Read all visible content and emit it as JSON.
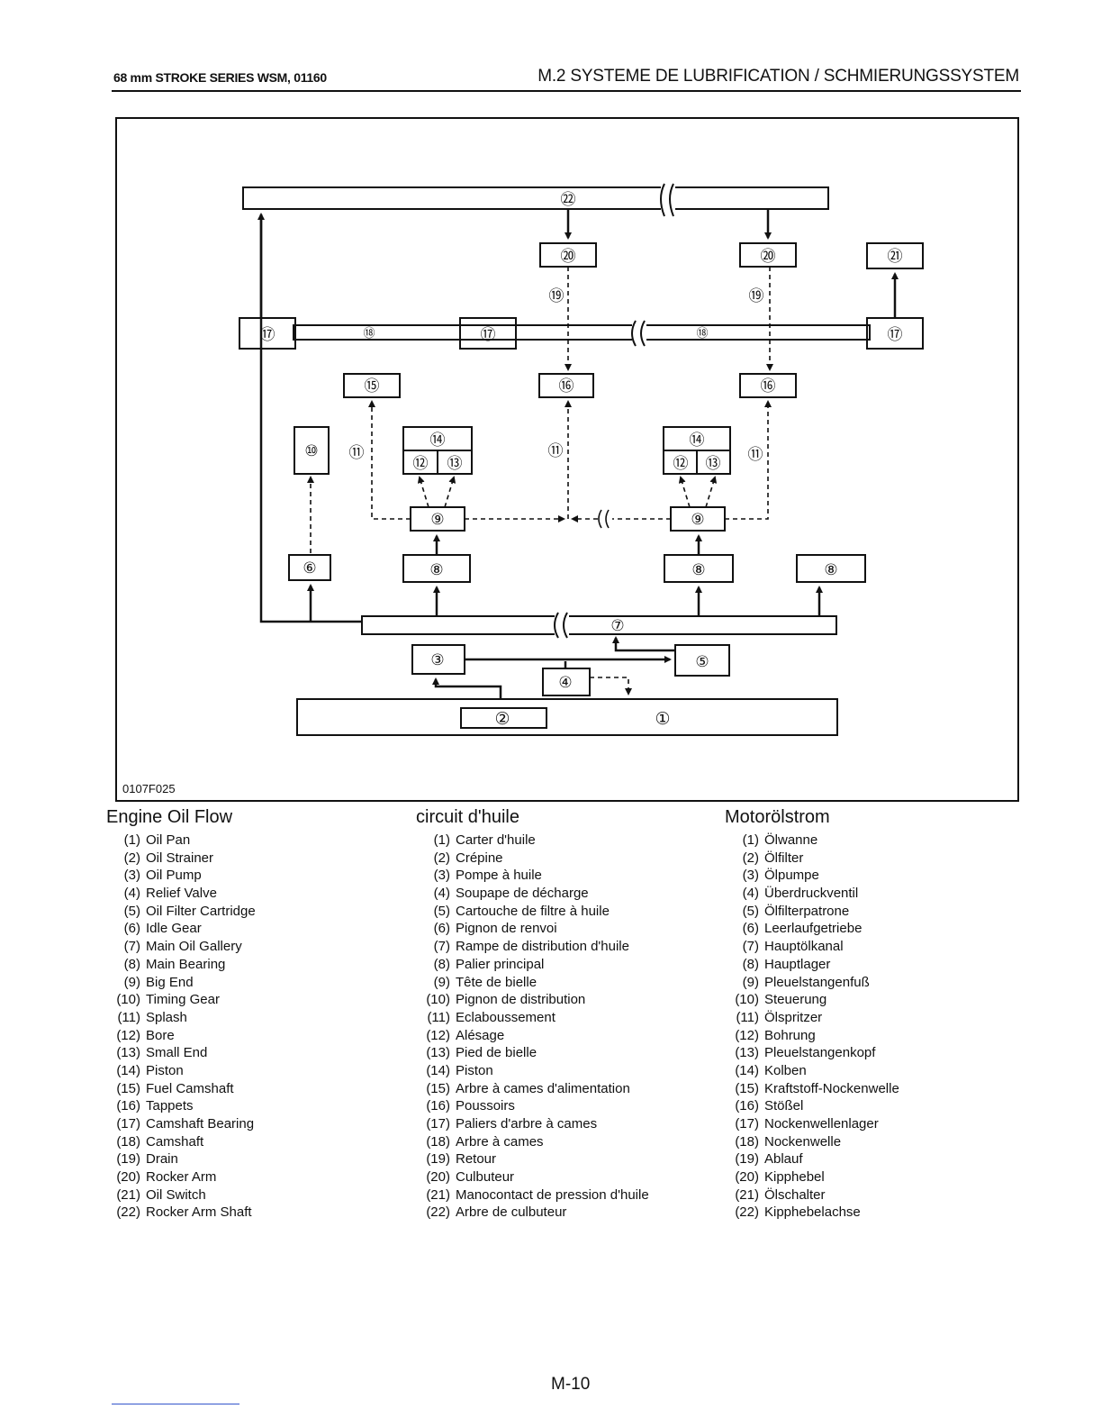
{
  "header": {
    "left": "68 mm STROKE SERIES   WSM, 01160",
    "right": "M.2  SYSTEME DE LUBRIFICATION / SCHMIERUNGSSYSTEM"
  },
  "figure": {
    "code": "0107F025",
    "labels": {
      "n1": "①",
      "n2": "②",
      "n3": "③",
      "n4": "④",
      "n5": "⑤",
      "n6": "⑥",
      "n7": "⑦",
      "n8": "⑧",
      "n9": "⑨",
      "n10": "⑩",
      "n11": "⑪",
      "n12": "⑫",
      "n13": "⑬",
      "n14": "⑭",
      "n15": "⑮",
      "n16": "⑯",
      "n17": "⑰",
      "n18": "⑱",
      "n19": "⑲",
      "n20": "⑳",
      "n21": "㉑",
      "n22": "㉒"
    }
  },
  "legend_en": {
    "title": "Engine Oil Flow",
    "items": [
      {
        "num": "(1)",
        "text": "Oil Pan"
      },
      {
        "num": "(2)",
        "text": "Oil Strainer"
      },
      {
        "num": "(3)",
        "text": "Oil Pump"
      },
      {
        "num": "(4)",
        "text": "Relief Valve"
      },
      {
        "num": "(5)",
        "text": "Oil Filter Cartridge"
      },
      {
        "num": "(6)",
        "text": "Idle Gear"
      },
      {
        "num": "(7)",
        "text": "Main Oil Gallery"
      },
      {
        "num": "(8)",
        "text": "Main Bearing"
      },
      {
        "num": "(9)",
        "text": "Big End"
      },
      {
        "num": "(10)",
        "text": "Timing Gear"
      },
      {
        "num": "(11)",
        "text": "Splash"
      },
      {
        "num": "(12)",
        "text": "Bore"
      },
      {
        "num": "(13)",
        "text": "Small End"
      },
      {
        "num": "(14)",
        "text": "Piston"
      },
      {
        "num": "(15)",
        "text": "Fuel Camshaft"
      },
      {
        "num": "(16)",
        "text": "Tappets"
      },
      {
        "num": "(17)",
        "text": "Camshaft Bearing"
      },
      {
        "num": "(18)",
        "text": "Camshaft"
      },
      {
        "num": "(19)",
        "text": "Drain"
      },
      {
        "num": "(20)",
        "text": "Rocker Arm"
      },
      {
        "num": "(21)",
        "text": "Oil Switch"
      },
      {
        "num": "(22)",
        "text": "Rocker Arm Shaft"
      }
    ]
  },
  "legend_fr": {
    "title": "circuit d'huile",
    "items": [
      {
        "num": "(1)",
        "text": "Carter d'huile"
      },
      {
        "num": "(2)",
        "text": "Crépine"
      },
      {
        "num": "(3)",
        "text": "Pompe à huile"
      },
      {
        "num": "(4)",
        "text": "Soupape de décharge"
      },
      {
        "num": "(5)",
        "text": "Cartouche de filtre à huile"
      },
      {
        "num": "(6)",
        "text": "Pignon de renvoi"
      },
      {
        "num": "(7)",
        "text": "Rampe de distribution d'huile"
      },
      {
        "num": "(8)",
        "text": "Palier principal"
      },
      {
        "num": "(9)",
        "text": "Tête de bielle"
      },
      {
        "num": "(10)",
        "text": "Pignon de distribution"
      },
      {
        "num": "(11)",
        "text": "Eclaboussement"
      },
      {
        "num": "(12)",
        "text": "Alésage"
      },
      {
        "num": "(13)",
        "text": "Pied de bielle"
      },
      {
        "num": "(14)",
        "text": "Piston"
      },
      {
        "num": "(15)",
        "text": "Arbre à cames d'alimentation"
      },
      {
        "num": "(16)",
        "text": "Poussoirs"
      },
      {
        "num": "(17)",
        "text": "Paliers d'arbre à cames"
      },
      {
        "num": "(18)",
        "text": "Arbre à cames"
      },
      {
        "num": "(19)",
        "text": "Retour"
      },
      {
        "num": "(20)",
        "text": "Culbuteur"
      },
      {
        "num": "(21)",
        "text": "Manocontact de pression d'huile"
      },
      {
        "num": "(22)",
        "text": "Arbre de culbuteur"
      }
    ]
  },
  "legend_de": {
    "title": "Motorölstrom",
    "items": [
      {
        "num": "(1)",
        "text": "Ölwanne"
      },
      {
        "num": "(2)",
        "text": "Ölfilter"
      },
      {
        "num": "(3)",
        "text": "Ölpumpe"
      },
      {
        "num": "(4)",
        "text": "Überdruckventil"
      },
      {
        "num": "(5)",
        "text": "Ölfilterpatrone"
      },
      {
        "num": "(6)",
        "text": "Leerlaufgetriebe"
      },
      {
        "num": "(7)",
        "text": "Hauptölkanal"
      },
      {
        "num": "(8)",
        "text": "Hauptlager"
      },
      {
        "num": "(9)",
        "text": "Pleuelstangenfuß"
      },
      {
        "num": "(10)",
        "text": "Steuerung"
      },
      {
        "num": "(11)",
        "text": "Ölspritzer"
      },
      {
        "num": "(12)",
        "text": "Bohrung"
      },
      {
        "num": "(13)",
        "text": "Pleuelstangenkopf"
      },
      {
        "num": "(14)",
        "text": "Kolben"
      },
      {
        "num": "(15)",
        "text": "Kraftstoff-Nockenwelle"
      },
      {
        "num": "(16)",
        "text": "Stößel"
      },
      {
        "num": "(17)",
        "text": "Nockenwellenlager"
      },
      {
        "num": "(18)",
        "text": "Nockenwelle"
      },
      {
        "num": "(19)",
        "text": "Ablauf"
      },
      {
        "num": "(20)",
        "text": "Kipphebel"
      },
      {
        "num": "(21)",
        "text": "Ölschalter"
      },
      {
        "num": "(22)",
        "text": "Kipphebelachse"
      }
    ]
  },
  "page_number": "M-10"
}
